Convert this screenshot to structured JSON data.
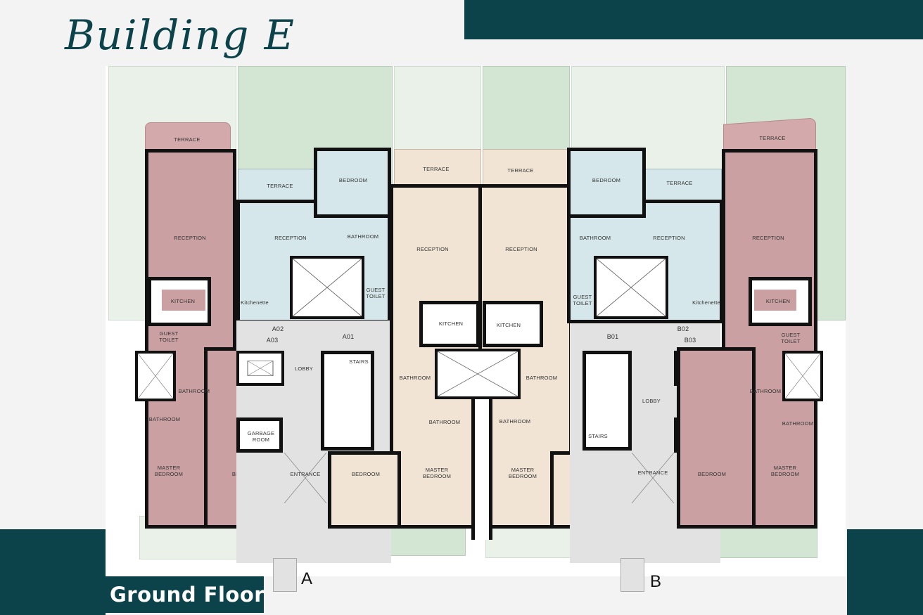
{
  "header": {
    "title": "Building E"
  },
  "footer": {
    "floor_label": "Ground Floor"
  },
  "colors": {
    "brand_teal": "#0c434a",
    "unit_pink": "#caa0a3",
    "unit_blue": "#d5e7ea",
    "unit_beige": "#f1e4d4",
    "common_grey": "#e2e2e2",
    "garden_green": "#d3e6d3",
    "wall": "#111111"
  },
  "plan": {
    "entrances": [
      "A",
      "B"
    ],
    "unit_markers": {
      "a01": "A01",
      "a02": "A02",
      "a03": "A03",
      "b01": "B01",
      "b02": "B02",
      "b03": "B03"
    },
    "labels": {
      "terrace": "TERRACE",
      "reception": "RECEPTION",
      "kitchen": "KITCHEN",
      "kitchenette": "Kitchenette",
      "bedroom": "BEDROOM",
      "master_bedroom": "MASTER\nBEDROOM",
      "bathroom": "BATHROOM",
      "guest_toilet": "GUEST\nTOILET",
      "lobby": "LOBBY",
      "stairs": "STAIRS",
      "garbage_room": "GARBAGE\nROOM",
      "entrance": "ENTRANCE"
    }
  }
}
